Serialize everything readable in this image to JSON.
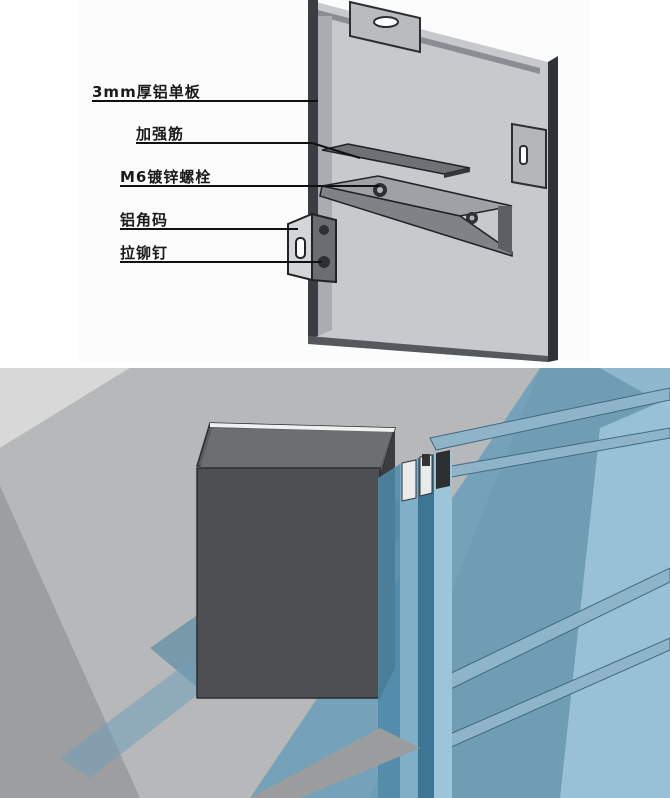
{
  "labels": {
    "panel": "3mm厚铝单板",
    "stiffener": "加强筋",
    "bolt": "M6镀锌螺栓",
    "corner_code": "铝角码",
    "rivet": "拉铆钉"
  },
  "colors": {
    "panel_face": "#c9cbce",
    "panel_frame": "#3f4247",
    "glass": "#6f9fb8",
    "mullion": "#4d4f52",
    "slab": "#b4b5b6"
  }
}
